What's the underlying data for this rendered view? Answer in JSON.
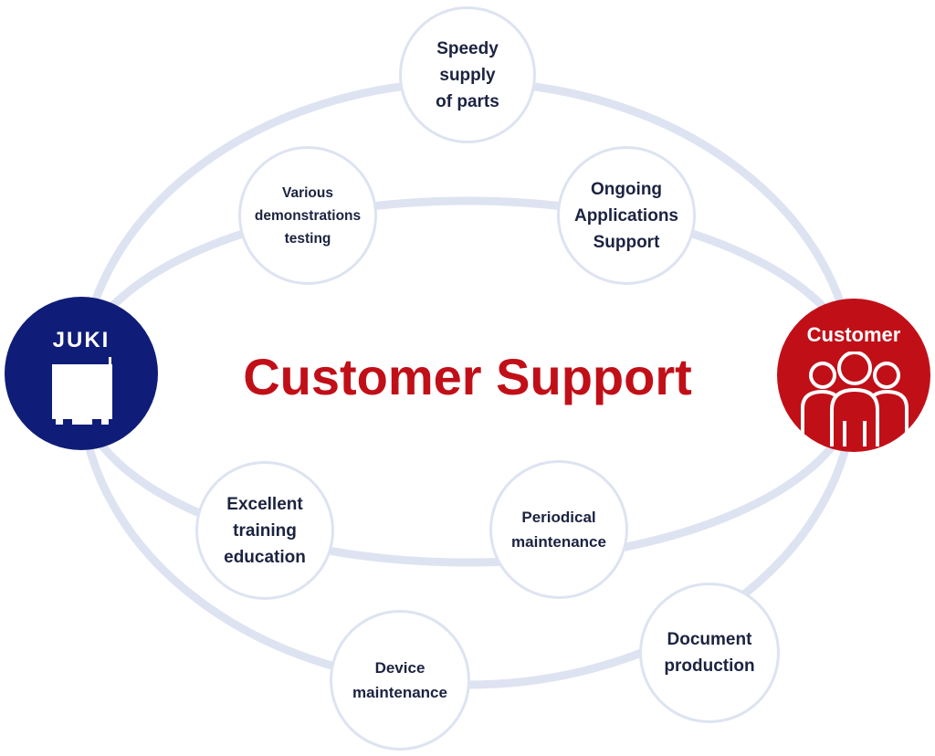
{
  "title": "Customer Support",
  "left_hub": {
    "label": "JUKI",
    "icon": "machine-icon"
  },
  "right_hub": {
    "label": "Customer",
    "icon": "people-icon"
  },
  "services": [
    "Speedy\nsupply\nof parts",
    "Various\ndemonstrations\ntesting",
    "Ongoing\nApplications\nSupport",
    "Excellent\ntraining\neducation",
    "Periodical\nmaintenance",
    "Document\nproduction",
    "Device\nmaintenance"
  ],
  "colors": {
    "brand_navy": "#0f1d78",
    "brand_red": "#c10f18",
    "ring": "#dde3f1",
    "text": "#1b2340"
  }
}
